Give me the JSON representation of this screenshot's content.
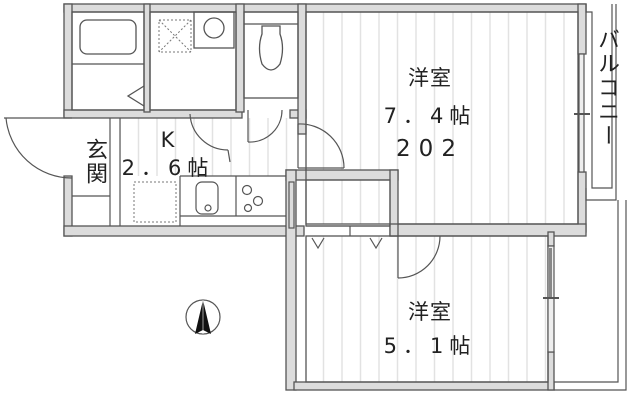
{
  "floorplan": {
    "unit_number": "202",
    "rooms": [
      {
        "id": "western-room-1",
        "name": "洋室",
        "size": "7.4帖",
        "size_display": "7．4帖"
      },
      {
        "id": "western-room-2",
        "name": "洋室",
        "size": "5.1帖",
        "size_display": "5．1帖"
      },
      {
        "id": "kitchen",
        "name": "K",
        "size": "2.6帖",
        "size_display": "2．6帖"
      },
      {
        "id": "entrance",
        "name": "玄関"
      },
      {
        "id": "balcony",
        "name": "バルコニー"
      }
    ],
    "fixtures": [
      "bathtub",
      "washing-machine-pan",
      "washbasin",
      "toilet",
      "sink",
      "stove",
      "refrigerator-space",
      "closet"
    ],
    "compass": {
      "direction": "north",
      "icon": "north-arrow-icon"
    },
    "colors": {
      "wall": "#d9d9d9",
      "line": "#555555",
      "floor_stripe": "#e4e4e4",
      "text": "#222222"
    }
  }
}
